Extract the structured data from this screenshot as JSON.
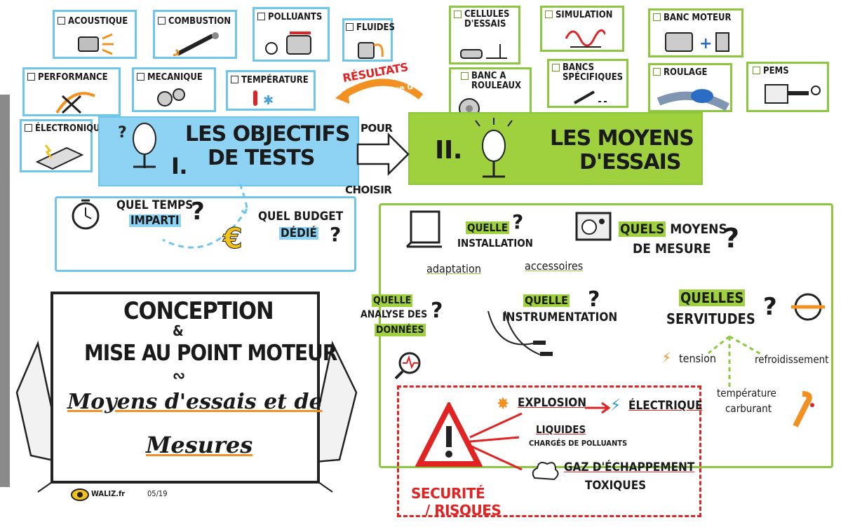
{
  "colors": {
    "blue": "#6ec6ea",
    "green": "#8dc63f",
    "red": "#e02424",
    "orange": "#f29021",
    "dark": "#1a1a1a"
  },
  "objectives": {
    "items": [
      "ACOUSTIQUE",
      "COMBUSTION",
      "POLLUANTS",
      "FLUIDES",
      "PERFORMANCE",
      "MECANIQUE",
      "TEMPÉRATURE",
      "ÉLECTRONIQUE"
    ],
    "results_label": "RÉSULTATS",
    "results_sub": "au service de"
  },
  "means": {
    "items": [
      "CELLULES D'ESSAIS",
      "SIMULATION",
      "BANC MOTEUR",
      "BANC A ROULEAUX",
      "BANCS SPÉCIFIQUES",
      "ROULAGE",
      "PEMS"
    ]
  },
  "banner_left": {
    "numeral": "I.",
    "line1": "LES OBJECTIFS",
    "line2": "DE TESTS"
  },
  "banner_right": {
    "numeral": "II.",
    "line1": "LES MOYENS",
    "line2": "D'ESSAIS"
  },
  "arrow": {
    "top": "POUR",
    "bottom": "CHOISIR"
  },
  "questions_left": {
    "time_line1": "QUEL TEMPS",
    "time_line2": "IMPARTI",
    "budget_line1": "QUEL BUDGET",
    "budget_line2": "DÉDIÉ"
  },
  "questions_right": {
    "install_line1": "QUELLE",
    "install_line2": "INSTALLATION",
    "adaptation": "adaptation",
    "accessoires": "accessoires",
    "mesure_line1": "QUELS MOYENS",
    "mesure_line2": "DE MESURE",
    "analyse_line1": "QUELLE",
    "analyse_line2": "ANALYSE DES",
    "analyse_line3": "DONNÉES",
    "instr_line1": "QUELLE",
    "instr_line2": "INSTRUMENTATION",
    "serv_line1": "QUELLES",
    "serv_line2": "SERVITUDES",
    "tension": "tension",
    "refroid": "refroidissement",
    "temp_line1": "température",
    "temp_line2": "carburant"
  },
  "security": {
    "title_line1": "SECURITÉ",
    "title_line2": "/ RISQUES",
    "explosion": "EXPLOSION",
    "electrique": "ÉLECTRIQUE",
    "liquides": "LIQUIDES",
    "liquides_sub": "CHARGÉS DE POLLUANTS",
    "gaz_line1": "GAZ D'ÉCHAPPEMENT",
    "gaz_line2": "TOXIQUES"
  },
  "board": {
    "line1": "CONCEPTION",
    "amp": "&",
    "line2": "MISE AU POINT MOTEUR",
    "tilde": "∾",
    "line3": "Moyens d'essais et de",
    "line4": "Mesures"
  },
  "footer": {
    "brand": "WALIZ.fr",
    "date": "05/19"
  }
}
